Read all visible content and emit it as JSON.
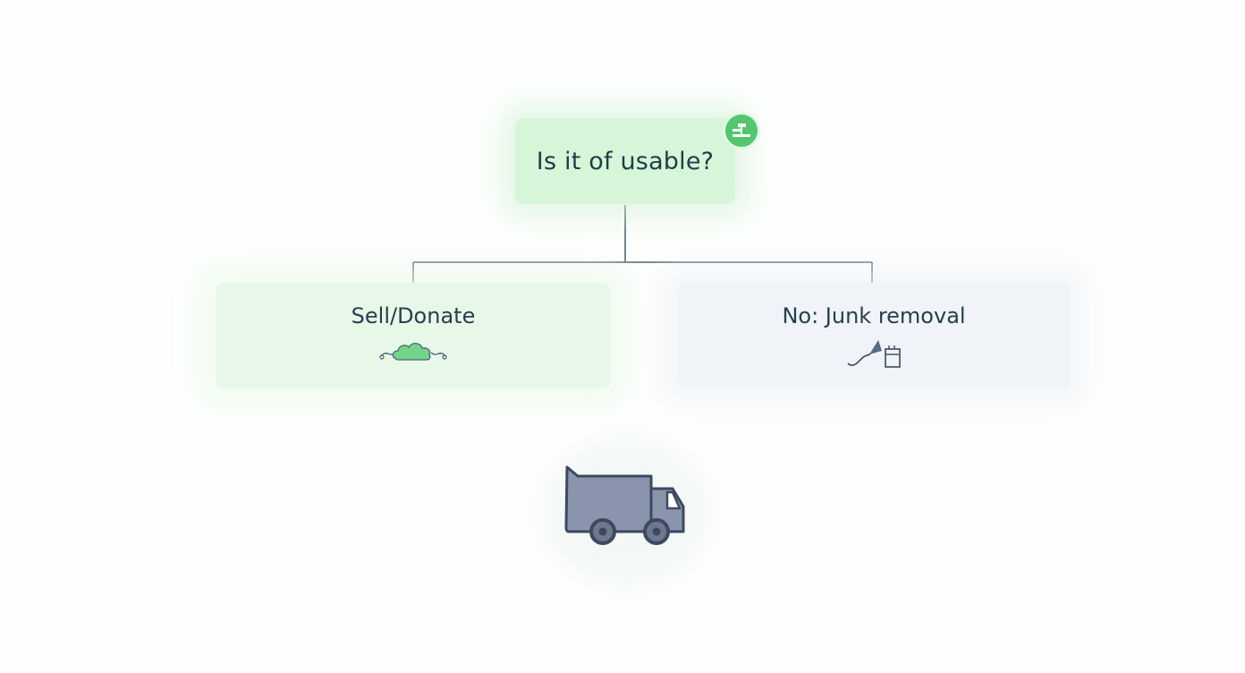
{
  "question": {
    "label": "Is it of usable?",
    "badge_icon": "sign-icon"
  },
  "branches": [
    {
      "label": "Sell/Donate",
      "icon": "cloud-icon",
      "color": "#e7f8e8"
    },
    {
      "label": "No: Junk removal",
      "icon": "broom-bin-icon",
      "color": "#f0f3f8"
    }
  ],
  "footer_icon": "truck-icon",
  "colors": {
    "question_bg": "#d6f5d9",
    "accent_green": "#53c66e",
    "connector": "#4d6373",
    "truck_fill": "#8a94ad",
    "truck_stroke": "#3c4a60"
  }
}
